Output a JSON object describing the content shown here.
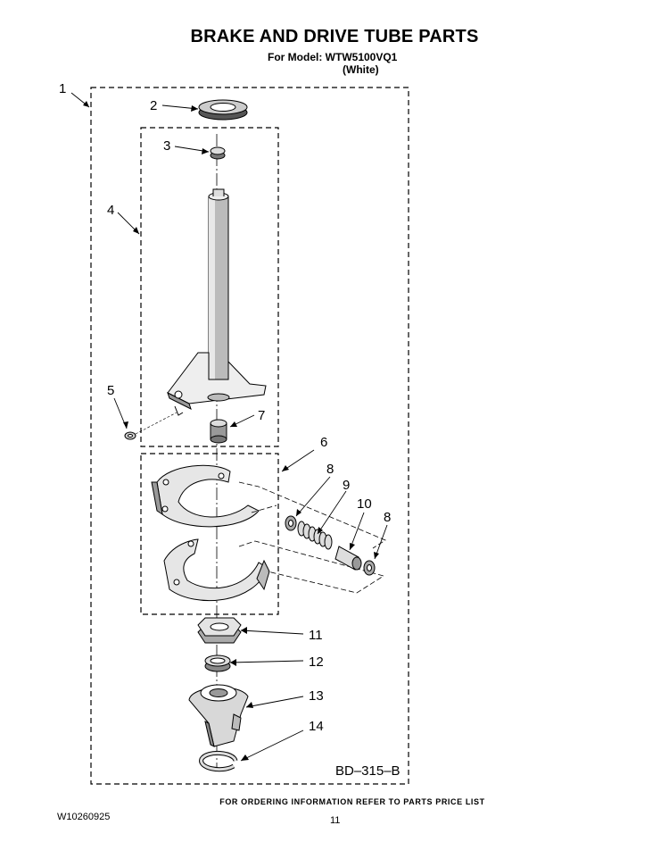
{
  "header": {
    "title": "BRAKE AND DRIVE TUBE PARTS",
    "model_line": "For Model: WTW5100VQ1",
    "color_line": "(White)"
  },
  "callouts": {
    "c1": "1",
    "c2": "2",
    "c3": "3",
    "c4": "4",
    "c5": "5",
    "c6": "6",
    "c7": "7",
    "c8a": "8",
    "c9": "9",
    "c10": "10",
    "c8b": "8",
    "c11": "11",
    "c12": "12",
    "c13": "13",
    "c14": "14"
  },
  "diagram_code": "BD–315–B",
  "footer": {
    "ordering_note": "FOR ORDERING INFORMATION REFER TO PARTS PRICE LIST",
    "document_number": "W10260925",
    "page_number": "11"
  }
}
